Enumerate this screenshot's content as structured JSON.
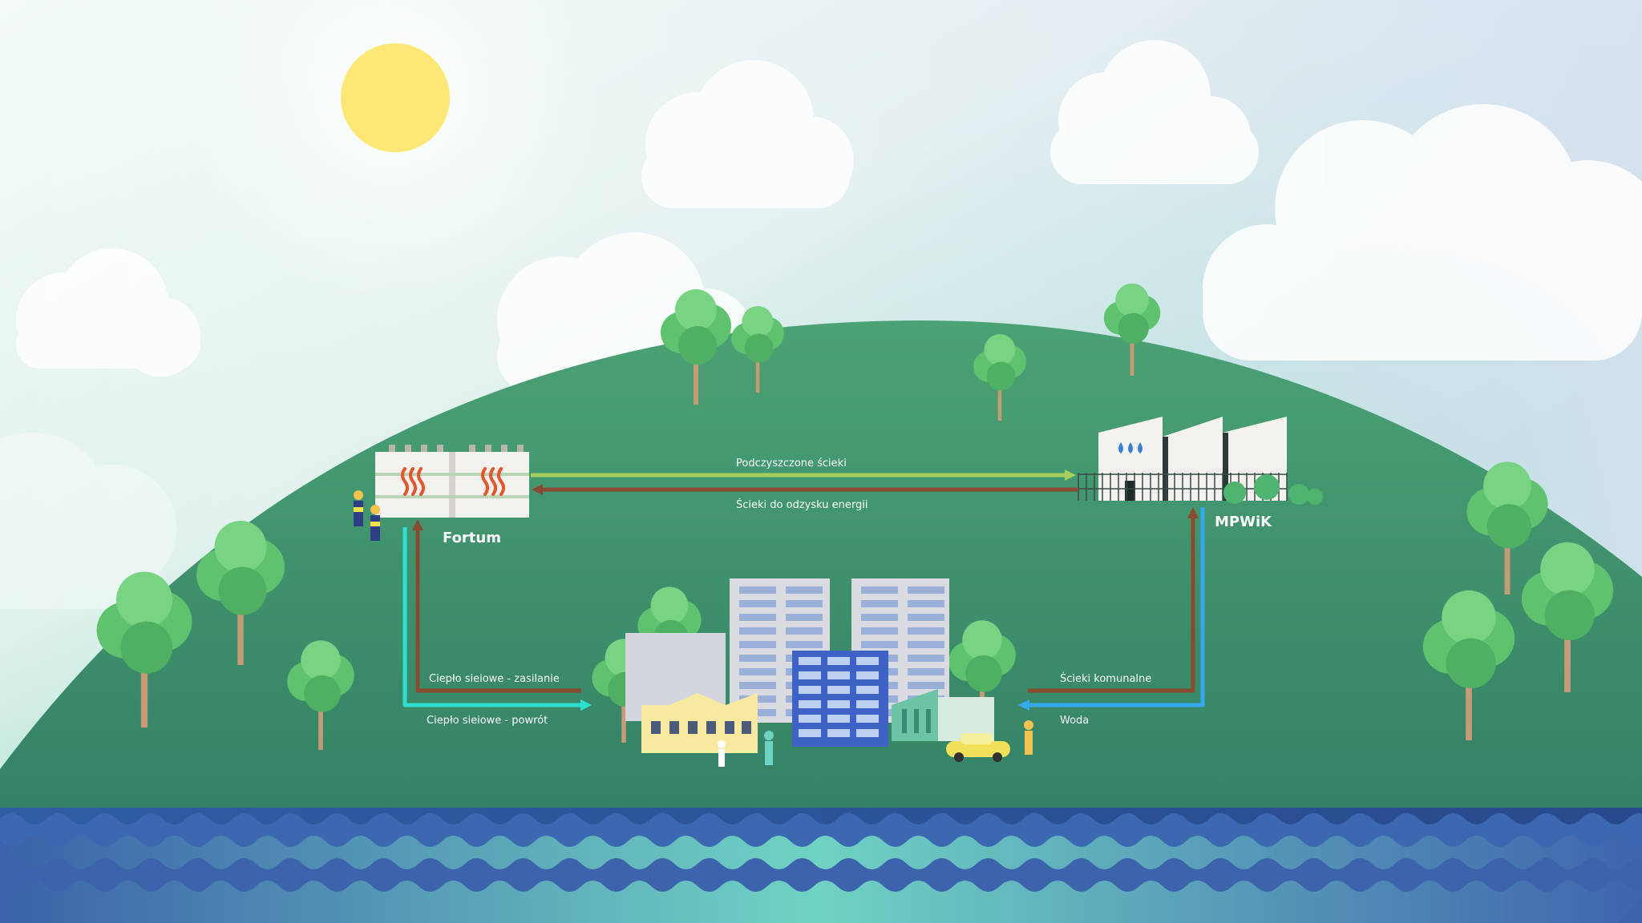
{
  "labels": {
    "fortum": "Fortum",
    "mpwik": "MPWiK",
    "treated_sewage": "Podczyszczone ścieki",
    "sewage_energy": "Ścieki do odzysku energii",
    "heat_supply": "Ciepło sieiowe - zasilanie",
    "heat_return": "Ciepło sieiowe - powrót",
    "municipal_sewage": "Ścieki komunalne",
    "water": "Woda"
  },
  "colors": {
    "hill": "#3f9a6e",
    "water_dark": "#3a5fa8",
    "water_light": "#6fd3c3",
    "sewage_arrow": "#8a4a30",
    "treated_arrow": "#a6cf5f",
    "heat_return_arrow": "#2fe0d0",
    "water_arrow": "#35a9ee",
    "sun": "#fde877"
  },
  "icons": {
    "fortum_plant": "heat-exchanger-icon",
    "mpwik_plant": "water-drop-factory-icon"
  }
}
